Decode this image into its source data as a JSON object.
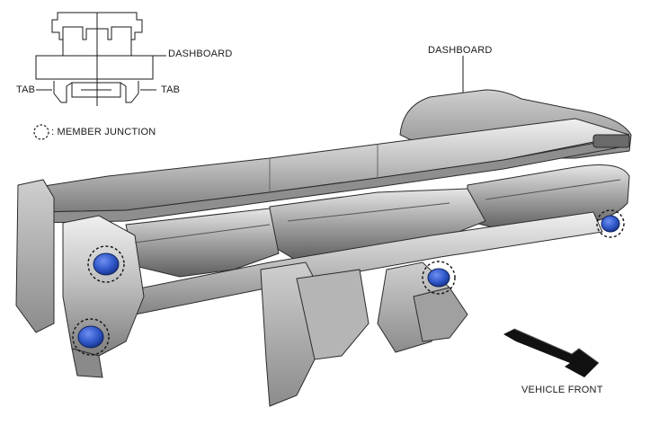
{
  "inset": {
    "dashboard_label": "DASHBOARD",
    "tab_left_label": "TAB",
    "tab_right_label": "TAB"
  },
  "legend": {
    "member_junction_label": ": MEMBER JUNCTION"
  },
  "main": {
    "dashboard_label": "DASHBOARD",
    "vehicle_front_label": "VEHICLE FRONT"
  },
  "colors": {
    "junction_blue": "#2f56c8",
    "metal_light": "#d9d9d9",
    "metal_mid": "#a9a9a9",
    "metal_dark": "#6e6e6e",
    "outline": "#333333"
  },
  "icons": [
    "member-junction-icon",
    "vehicle-front-arrow-icon"
  ]
}
